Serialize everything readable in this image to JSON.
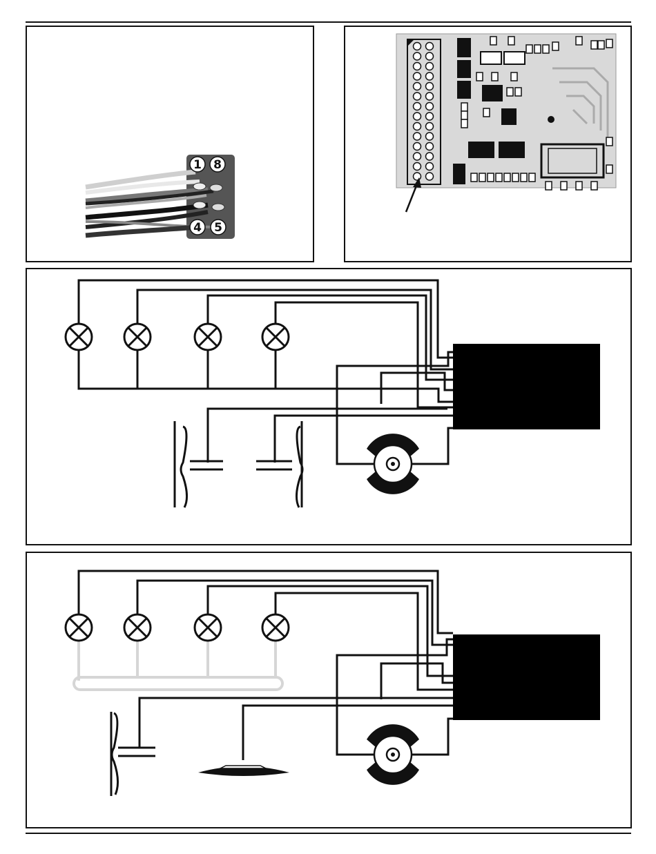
{
  "connector_photo": {
    "pin_labels": [
      "1",
      "8",
      "4",
      "5"
    ]
  },
  "colors": {
    "line": "#111111",
    "faded_line": "#d6d6d6",
    "decoder_block": "#000000",
    "pcb": "#d9d9d9"
  }
}
